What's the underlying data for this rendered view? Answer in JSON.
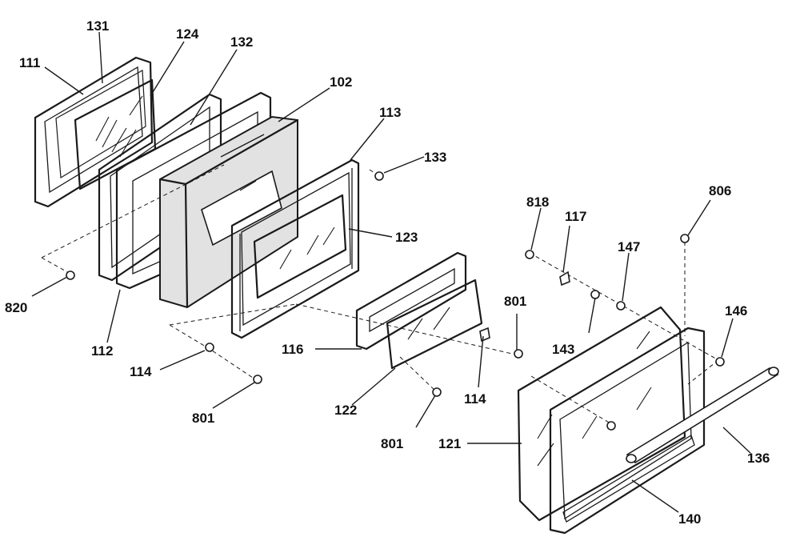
{
  "labels": {
    "p131": "131",
    "p124": "124",
    "p132": "132",
    "p111": "111",
    "p102": "102",
    "p113": "113",
    "p133": "133",
    "p123": "123",
    "p818": "818",
    "p117": "117",
    "p806": "806",
    "p147": "147",
    "p146": "146",
    "p820": "820",
    "p112": "112",
    "p114a": "114",
    "p801a": "801",
    "p116": "116",
    "p801b": "801",
    "p143": "143",
    "p114b": "114",
    "p122": "122",
    "p801c": "801",
    "p121": "121",
    "p136": "136",
    "p140": "140"
  }
}
